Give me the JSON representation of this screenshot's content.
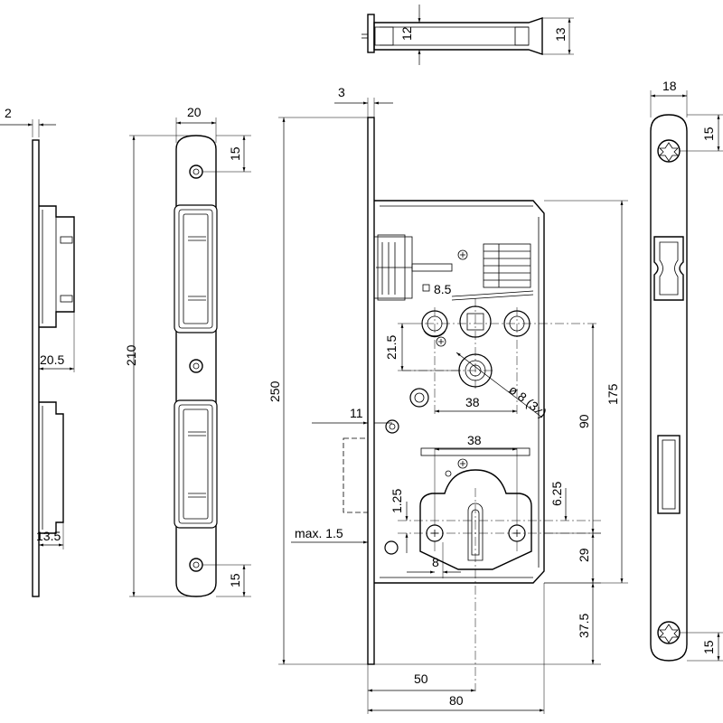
{
  "dimensions": {
    "strike_thickness": "2",
    "strike_depth": "20.5",
    "strike_offset": "13.5",
    "faceplate_width": "20",
    "faceplate_length": "210",
    "screw_spacing_top": "15",
    "screw_spacing_bottom": "15",
    "faceplate_to_case": "3",
    "overall_height": "250",
    "top_thickness_inner": "12",
    "top_thickness_outer": "13",
    "hole_square": "8.5",
    "hole_offset": "21.5",
    "hole_distance": "38",
    "hole_diameter": "ø 8 (3x)",
    "backset_11": "11",
    "cyl_distance": "38",
    "cyl_offset": "1.25",
    "cyl_top": "6.25",
    "max_15": "max. 1.5",
    "cyl_width": "8",
    "dist_90": "90",
    "dist_29": "29",
    "dist_175": "175",
    "dist_37_5": "37.5",
    "backset_50": "50",
    "width_80": "80",
    "right_width": "18",
    "right_top": "15",
    "right_bottom": "15"
  }
}
